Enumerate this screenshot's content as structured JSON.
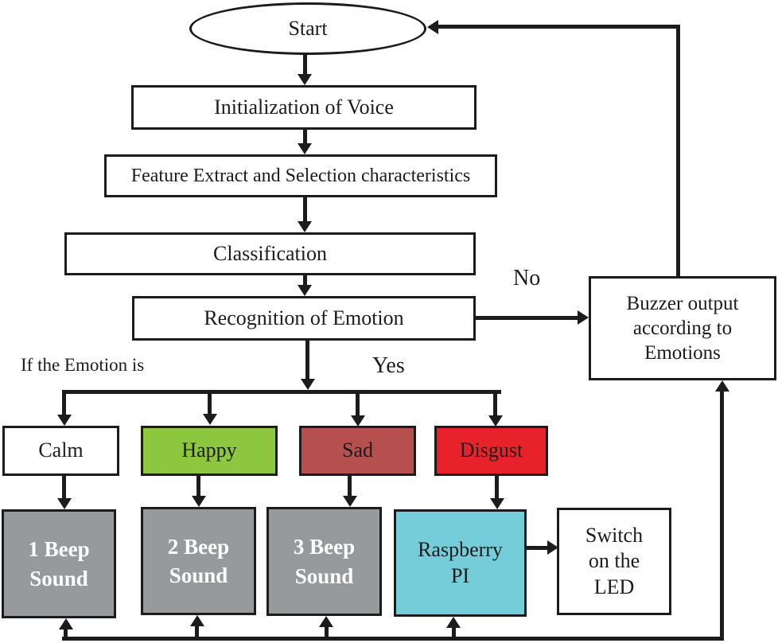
{
  "nodes": {
    "start": {
      "label": "Start"
    },
    "init": {
      "label": "Initialization of Voice"
    },
    "feature": {
      "label": "Feature Extract and Selection characteristics"
    },
    "classification": {
      "label": "Classification"
    },
    "recognition": {
      "label": "Recognition of Emotion"
    },
    "buzzer": {
      "label": "Buzzer output according to Emotions"
    },
    "calm": {
      "label": "Calm",
      "color": "#ffffff"
    },
    "happy": {
      "label": "Happy",
      "color": "#8dc63f"
    },
    "sad": {
      "label": "Sad",
      "color": "#b5504e"
    },
    "disgust": {
      "label": "Disgust",
      "color": "#e8222a"
    },
    "beep1": {
      "label": "1 Beep Sound",
      "color": "#97999b"
    },
    "beep2": {
      "label": "2 Beep Sound",
      "color": "#97999b"
    },
    "beep3": {
      "label": "3 Beep Sound",
      "color": "#97999b"
    },
    "raspberry": {
      "label": "Raspberry PI",
      "color": "#74cdd9"
    },
    "led": {
      "label": "Switch on the LED",
      "color": "#ffffff"
    }
  },
  "edge_labels": {
    "no": "No",
    "yes": "Yes",
    "condition": "If the Emotion is"
  },
  "colors": {
    "line": "#1c1c1c",
    "background": "#ffffff",
    "beep_text": "#ffffff"
  }
}
